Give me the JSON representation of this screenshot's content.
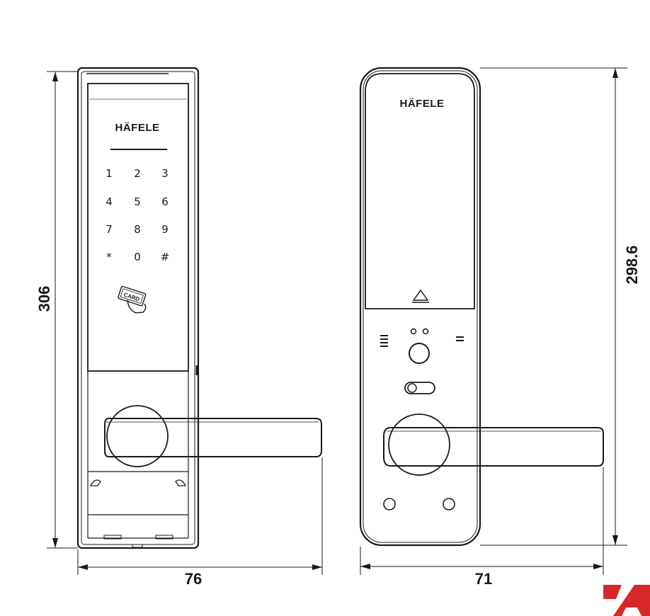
{
  "brand": {
    "front": "HÄFELE",
    "back": "HÄFELE"
  },
  "keypad": [
    "1",
    "2",
    "3",
    "4",
    "5",
    "6",
    "7",
    "8",
    "9",
    "*",
    "0",
    "#"
  ],
  "card_label": "CARD",
  "dimensions": {
    "front_height": "306",
    "front_width": "76",
    "back_height": "298.6",
    "back_width": "71"
  },
  "colors": {
    "line": "#1a1a1a",
    "logo": "#d62828",
    "background": "#ffffff"
  }
}
